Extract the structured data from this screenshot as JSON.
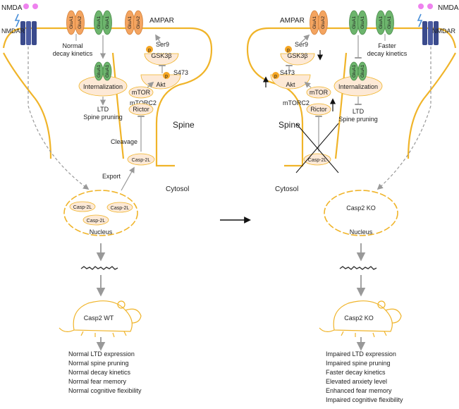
{
  "left": {
    "ligand": "NMDA",
    "nmdar": "NMDAR",
    "ampar": "AMPAR",
    "receptor_glua2_top": "GluA1",
    "receptor_glua2_bottom": "GluA2",
    "receptor_glua1_top": "GluA1",
    "receptor_glua1_bottom": "GluA1",
    "decay_line1": "Normal",
    "decay_line2": "decay kinetics",
    "internalization": "Internalization",
    "ltd": "LTD",
    "spine_pruning": "Spine pruning",
    "ser9": "Ser9",
    "p": "p",
    "gsk": "GSK3β",
    "s473": "S473",
    "akt": "Akt",
    "mtor": "mTOR",
    "mtorc2": "mTORC2",
    "rictor": "Rictor",
    "spine": "Spine",
    "cleavage": "Cleavage",
    "casp2l": "Casp-2L",
    "export": "Export",
    "cytosol": "Cytosol",
    "nucleus": "Nucleus",
    "mouse": "Casp2 WT",
    "phenotypes": [
      "Normal LTD expression",
      "Normal spine pruning",
      "Normal decay kinetics",
      "Normal fear memory",
      "Normal cognitive flexibility"
    ]
  },
  "right": {
    "ligand": "NMDA",
    "nmdar": "NMDAR",
    "ampar": "AMPAR",
    "decay_line1": "Faster",
    "decay_line2": "decay kinetics",
    "internalization": "Internalization",
    "ltd": "LTD",
    "spine_pruning": "Spine pruning",
    "ser9": "Ser9",
    "gsk": "GSK3β",
    "s473": "S473",
    "akt": "Akt",
    "mtor": "mTOR",
    "mtorc2": "mTORC2",
    "rictor": "Rictor",
    "spine": "Spine",
    "casp2l": "Casp-2L",
    "cytosol": "Cytosol",
    "ko": "Casp2 KO",
    "nucleus": "Nucleus",
    "mouse": "Casp2 KO",
    "phenotypes": [
      "Impaired LTD expression",
      "Impaired spine pruning",
      "Faster decay kinetics",
      "Elevated anxiety level",
      "Enhanced fear memory",
      "Impaired cognitive flexibility"
    ]
  },
  "colors": {
    "membrane": "#f0b429",
    "orange_receptor": "#f4a460",
    "green_receptor": "#6db56d",
    "peach_fill": "#fde9d6",
    "p_circle": "#f5a623",
    "arrow": "#999999"
  }
}
